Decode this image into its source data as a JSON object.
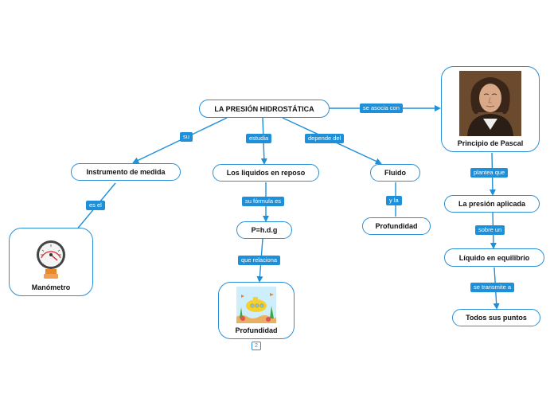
{
  "nodes": {
    "root": "LA PRESIÓN HIDROSTÁTICA",
    "instrumento": "Instrumento de medida",
    "liquidos": "Los liquidos en reposo",
    "fluido": "Fluido",
    "manometro": "Manómetro",
    "formula": "P=h.d.g",
    "profundidad_img": "Profundidad",
    "profundidad": "Profundidad",
    "pascal": "Principio de Pascal",
    "presion_aplicada": "La presión aplicada",
    "liquido_equilibrio": "Líquido en equilibrio",
    "todos_puntos": "Todos sus puntos"
  },
  "labels": {
    "su": "su",
    "estudia": "estudia",
    "depende": "depende del",
    "asocia": "se asocia con",
    "es_el": "es el",
    "formula_es": "su fórmula es",
    "relaciona": "que relaciona",
    "y_la": "y la",
    "plantea": "plantea que",
    "sobre": "sobre un",
    "transmite": "se transmite a"
  },
  "badge": "2",
  "colors": {
    "accent": "#1e8fd9",
    "border": "#2a8fd6"
  },
  "icons": [
    "pressure-gauge-icon",
    "submarine-icon",
    "pascal-portrait-icon"
  ]
}
